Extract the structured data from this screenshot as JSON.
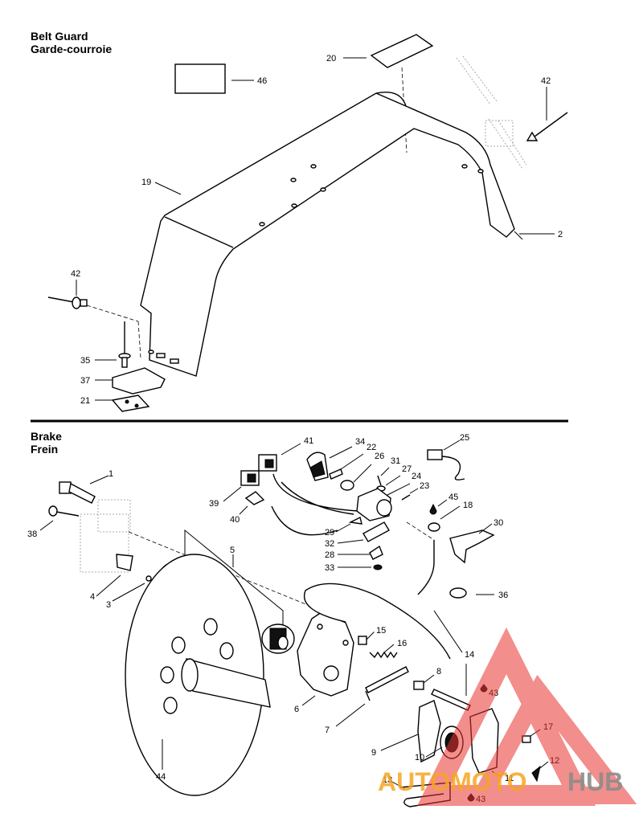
{
  "sections": {
    "belt_guard": {
      "title_en": "Belt Guard",
      "title_fr": "Garde-courroie"
    },
    "brake": {
      "title_en": "Brake",
      "title_fr": "Frein"
    }
  },
  "callouts": {
    "c20": "20",
    "c46": "46",
    "c42a": "42",
    "c19": "19",
    "c2": "2",
    "c42b": "42",
    "c35": "35",
    "c37": "37",
    "c21": "21",
    "c41": "41",
    "c34": "34",
    "c22": "22",
    "c26": "26",
    "c31": "31",
    "c27": "27",
    "c25": "25",
    "c24": "24",
    "c23": "23",
    "c39": "39",
    "c40": "40",
    "c45": "45",
    "c18": "18",
    "c30": "30",
    "c1": "1",
    "c38": "38",
    "c29": "29",
    "c32": "32",
    "c28": "28",
    "c33": "33",
    "c36": "36",
    "c5": "5",
    "c4": "4",
    "c3": "3",
    "c15": "15",
    "c16": "16",
    "c14": "14",
    "c8": "8",
    "c6": "6",
    "c43a": "43",
    "c7": "7",
    "c17": "17",
    "c9": "9",
    "c10": "10",
    "c12": "12",
    "c11": "11",
    "c13": "13",
    "c43b": "43",
    "c44": "44"
  },
  "watermark": {
    "word_a": "AUTOMOTO",
    "word_b": "HUB"
  },
  "colors": {
    "watermark_red": "#e8322e",
    "watermark_orange": "#f5a623",
    "watermark_gray": "#8c8c8c",
    "line": "#000000"
  }
}
